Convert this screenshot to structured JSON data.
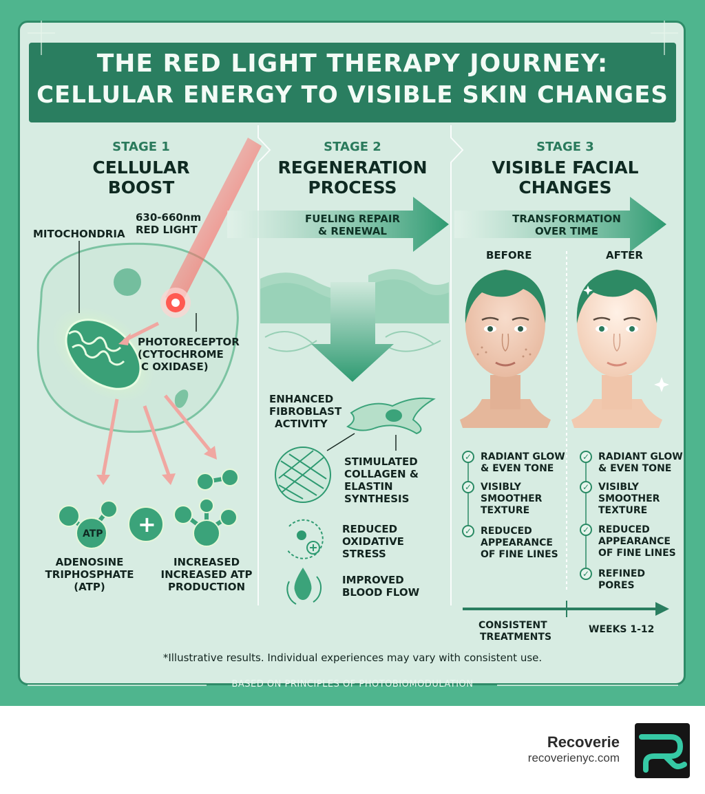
{
  "title": {
    "line1": "THE RED LIGHT THERAPY JOURNEY:",
    "line2": "CELLULAR ENERGY TO VISIBLE SKIN CHANGES"
  },
  "stage1": {
    "label": "STAGE 1",
    "name_line1": "CELLULAR",
    "name_line2": "BOOST",
    "mitochondria": "MITOCHONDRIA",
    "light_line1": "630-660nm",
    "light_line2": "RED LIGHT",
    "photoreceptor_line1": "PHOTORECEPTOR",
    "photoreceptor_line2": "(CYTOCHROME",
    "photoreceptor_line3": "C OXIDASE)",
    "atp_badge": "ATP",
    "plus": "+",
    "adenosine_line1": "ADENOSINE",
    "adenosine_line2": "TRIPHOSPHATE",
    "adenosine_line3": "(ATP)",
    "increased_line1": "INCREASED",
    "increased_line2": "INCREASED ATP",
    "increased_line3": "PRODUCTION"
  },
  "stage2": {
    "label": "STAGE 2",
    "name_line1": "REGENERATION",
    "name_line2": "PROCESS",
    "arrow_line1": "FUELING REPAIR",
    "arrow_line2": "& RENEWAL",
    "fibroblast_line1": "ENHANCED",
    "fibroblast_line2": "FIBROBLAST",
    "fibroblast_line3": "ACTIVITY",
    "collagen_line1": "STIMULATED",
    "collagen_line2": "COLLAGEN &",
    "collagen_line3": "ELASTIN",
    "collagen_line4": "SYNTHESIS",
    "oxidative_line1": "REDUCED",
    "oxidative_line2": "OXIDATIVE",
    "oxidative_line3": "STRESS",
    "blood_line1": "IMPROVED",
    "blood_line2": "BLOOD FLOW"
  },
  "stage3": {
    "label": "STAGE 3",
    "name_line1": "VISIBLE FACIAL",
    "name_line2": "CHANGES",
    "arrow_line1": "TRANSFORMATION",
    "arrow_line2": "OVER TIME",
    "before": "BEFORE",
    "after": "AFTER",
    "before_items": [
      {
        "l1": "RADIANT GLOW",
        "l2": "& EVEN TONE",
        "l3": ""
      },
      {
        "l1": "VISIBLY",
        "l2": "SMOOTHER",
        "l3": "TEXTURE"
      },
      {
        "l1": "REDUCED",
        "l2": "APPEARANCE",
        "l3": "OF FINE LINES"
      }
    ],
    "after_items": [
      {
        "l1": "RADIANT GLOW",
        "l2": "& EVEN TONE",
        "l3": ""
      },
      {
        "l1": "VISIBLY",
        "l2": "SMOOTHER",
        "l3": "TEXTURE"
      },
      {
        "l1": "REDUCED",
        "l2": "APPEARANCE",
        "l3": "OF FINE LINES"
      },
      {
        "l1": "REFINED",
        "l2": "PORES",
        "l3": ""
      }
    ],
    "timeline_left_line1": "CONSISTENT",
    "timeline_left_line2": "TREATMENTS",
    "timeline_right": "WEEKS 1-12"
  },
  "footnote": "*Illustrative results. Individual experiences may vary with consistent use.",
  "based_on": "BASED ON PRINCIPLES OF PHOTOBIOMODULATION",
  "brand": {
    "name": "Recoverie",
    "url": "recoverienyc.com"
  },
  "colors": {
    "outer_green": "#4fb58e",
    "title_band": "#2a7e60",
    "panel": "#d7ece2",
    "red_light": "#e8413c"
  }
}
